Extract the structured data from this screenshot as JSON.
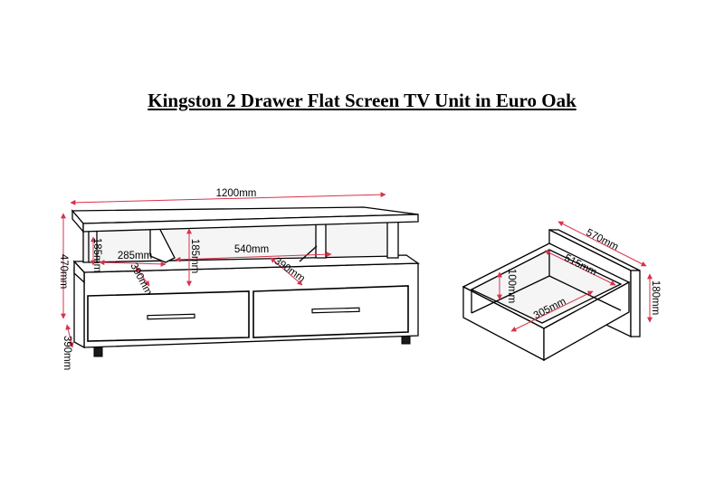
{
  "title": "Kingston 2 Drawer Flat Screen TV Unit in Euro Oak",
  "unit_dimensions": {
    "width": "1200mm",
    "height": "470mm",
    "depth": "390mm",
    "side_shelf_height": "185mm",
    "side_shelf_width": "285mm",
    "side_shelf_depth": "390mm",
    "center_shelf_height": "185mm",
    "center_shelf_width": "540mm",
    "center_shelf_depth": "390mm"
  },
  "drawer_dimensions": {
    "outer_depth": "570mm",
    "outer_height": "180mm",
    "inner_depth": "515mm",
    "inner_height": "100mm",
    "inner_width": "305mm"
  },
  "colors": {
    "dimension_arrow": "#d8324a",
    "outline": "#000000"
  }
}
